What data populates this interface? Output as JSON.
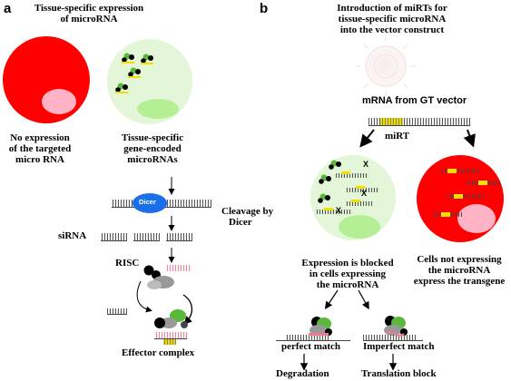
{
  "panel_a": {
    "letter": "a",
    "title": [
      "Tissue-specific expression",
      "of microRNA"
    ],
    "left_cell_caption": [
      "No expression",
      "of the targeted",
      "micro RNA"
    ],
    "right_cell_caption": [
      "Tissue-specific",
      "gene-encoded",
      "microRNAs"
    ],
    "dicer_label": "Dicer",
    "cleavage_caption": [
      "Cleavage by",
      "Dicer"
    ],
    "sirna_label": "siRNA",
    "risc_label": "RISC",
    "effector_caption": "Effector complex"
  },
  "panel_b": {
    "letter": "b",
    "title": [
      "Introduction of miRTs for",
      "tissue-specific microRNA",
      "into the vector construct"
    ],
    "mrna_label": "mRNA from GT vector",
    "mirt_label": "miRT",
    "blocked_caption": [
      "Expression is blocked",
      "in cells expressing",
      "the microRNA"
    ],
    "not_expressing_caption": [
      "Cells not expressing",
      "the microRNA",
      "express the transgene"
    ],
    "perfect_label": "perfect match",
    "imperfect_label": "Imperfect match",
    "degradation_label": "Degradation",
    "translation_block_label": "Translation block"
  },
  "colors": {
    "red_cell": "#ff0000",
    "green_cell": "#e3f6d8",
    "nucleus_green": "#b5ef95",
    "nucleus_pink": "#ffb3c4",
    "dicer_blue": "#1a6fe8",
    "mirt_yellow": "#e8d100",
    "mirna_pink": "#f07a92"
  }
}
